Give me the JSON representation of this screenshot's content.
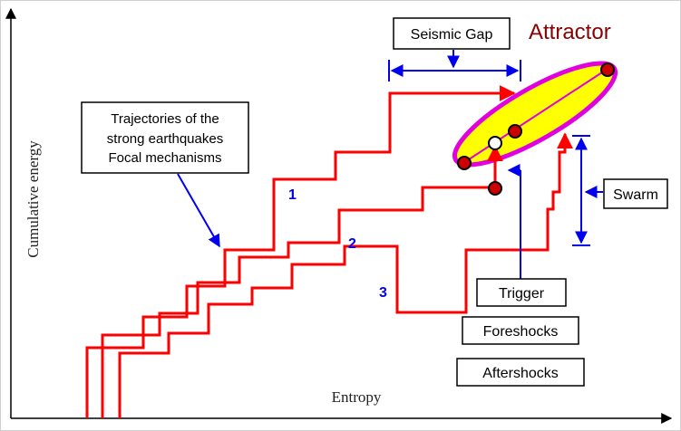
{
  "axes": {
    "x_label": "Entropy",
    "y_label": "Cumulative energy"
  },
  "labels": {
    "seismic_gap": "Seismic Gap",
    "attractor": "Attractor",
    "trajectories_line1": "Trajectories of the",
    "trajectories_line2": "strong earthquakes",
    "trajectories_line3": "Focal mechanisms",
    "swarm": "Swarm",
    "trigger": "Trigger",
    "foreshocks": "Foreshocks",
    "aftershocks": "Aftershocks"
  },
  "trajectories": [
    {
      "label": "1"
    },
    {
      "label": "2"
    },
    {
      "label": "3"
    }
  ],
  "colors": {
    "trajectory": "#ff0000",
    "annotation": "#0000ee",
    "attractor_fill": "#ffff00",
    "attractor_outline": "#e000e0",
    "attractor_text": "#8b0000",
    "node_fill": "#cc0000"
  }
}
